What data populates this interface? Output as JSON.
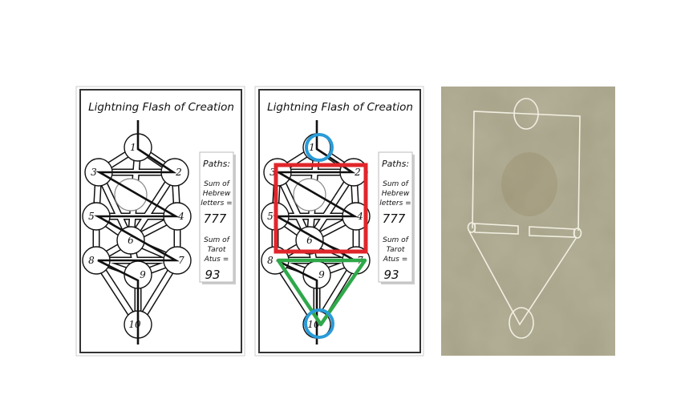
{
  "panels": [
    {
      "title": "Lightning Flash of Creation",
      "paths_heading": "Paths:",
      "hebrew_label": [
        "Sum of",
        "Hebrew",
        "letters ="
      ],
      "hebrew_value": "777",
      "tarot_label": [
        "Sum of",
        "Tarot",
        "Atus ="
      ],
      "tarot_value": "93"
    },
    {
      "title": "Lightning Flash of Creation",
      "paths_heading": "Paths:",
      "hebrew_label": [
        "Sum of",
        "Hebrew",
        "letters ="
      ],
      "hebrew_value": "777",
      "tarot_label": [
        "Sum of",
        "Tarot",
        "Atus ="
      ],
      "tarot_value": "93"
    }
  ],
  "sephirot_labels": [
    "1",
    "2",
    "3",
    "4",
    "5",
    "6",
    "7",
    "8",
    "9",
    "10"
  ],
  "colors": {
    "highlight_square": "#e0262b",
    "highlight_triangle": "#2fa84a",
    "highlight_circles": "#2a9bd8",
    "wall": "#a6a288",
    "chalk": "#f2efe2"
  }
}
